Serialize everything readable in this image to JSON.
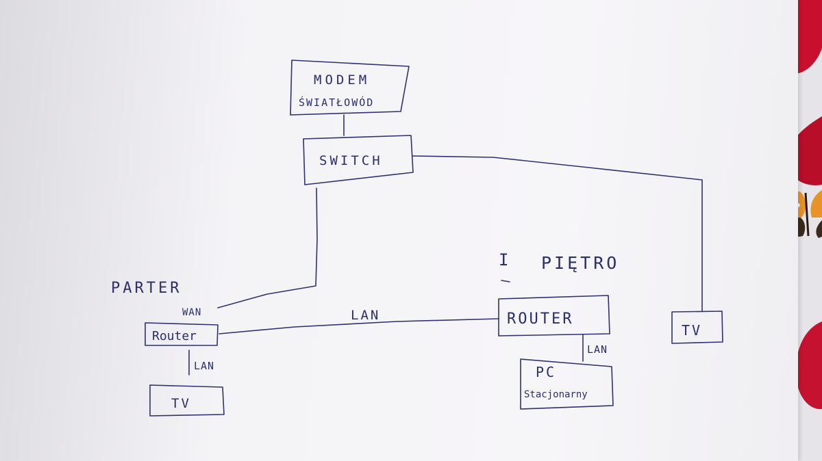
{
  "nodes": {
    "modem": {
      "line1": "MODEM",
      "line2": "ŚWIATŁOWÓD"
    },
    "switch": {
      "label": "SWITCH"
    },
    "router_ground": {
      "label": "Router"
    },
    "tv_ground": {
      "label": "TV"
    },
    "router_upper": {
      "label": "ROUTER"
    },
    "pc": {
      "line1": "PC",
      "line2": "Stacjonarny"
    },
    "tv_upper": {
      "label": "TV"
    }
  },
  "zones": {
    "ground_floor": "PARTER",
    "upper_floor": "PIĘTRO",
    "upper_floor_number": "I"
  },
  "connections": {
    "wan": "WAN",
    "lan_routers": "LAN",
    "lan_tv": "LAN",
    "lan_pc": "LAN"
  },
  "colors": {
    "ink": "#2c3170",
    "paper": "#f4f3f6",
    "accent_red": "#c8102e"
  },
  "decorations": {
    "right_edge": [
      "red-petal",
      "butterfly"
    ]
  }
}
